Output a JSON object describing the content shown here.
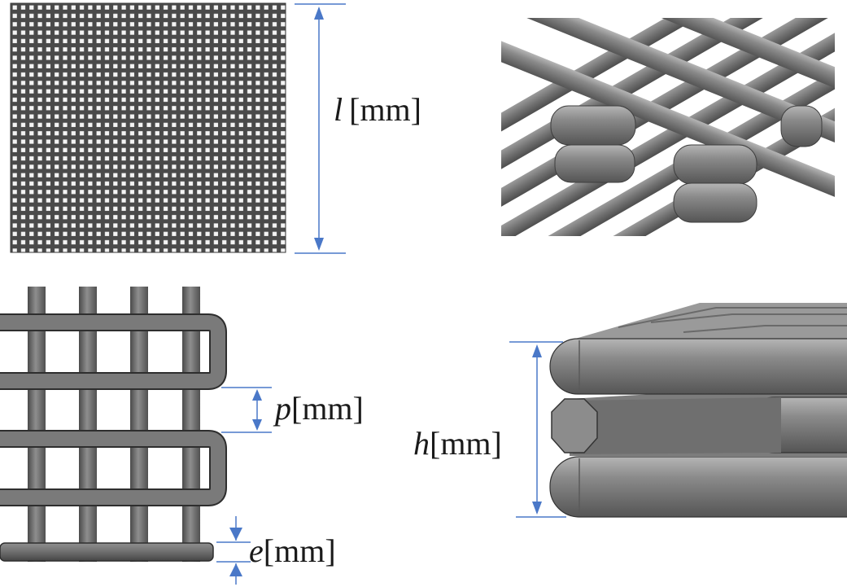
{
  "labels": {
    "length": {
      "symbol": "l",
      "unit": "[mm]"
    },
    "pitch": {
      "symbol": "p",
      "unit": "[mm]"
    },
    "height": {
      "symbol": "h",
      "unit": "[mm]"
    },
    "diameter": {
      "symbol": "e",
      "unit": "[mm]"
    }
  },
  "colors": {
    "dimension_line": "#4a78c8",
    "strut": "#6b6b6b",
    "strut_light": "#a3a3a3",
    "strut_dark": "#3c3c3c"
  }
}
